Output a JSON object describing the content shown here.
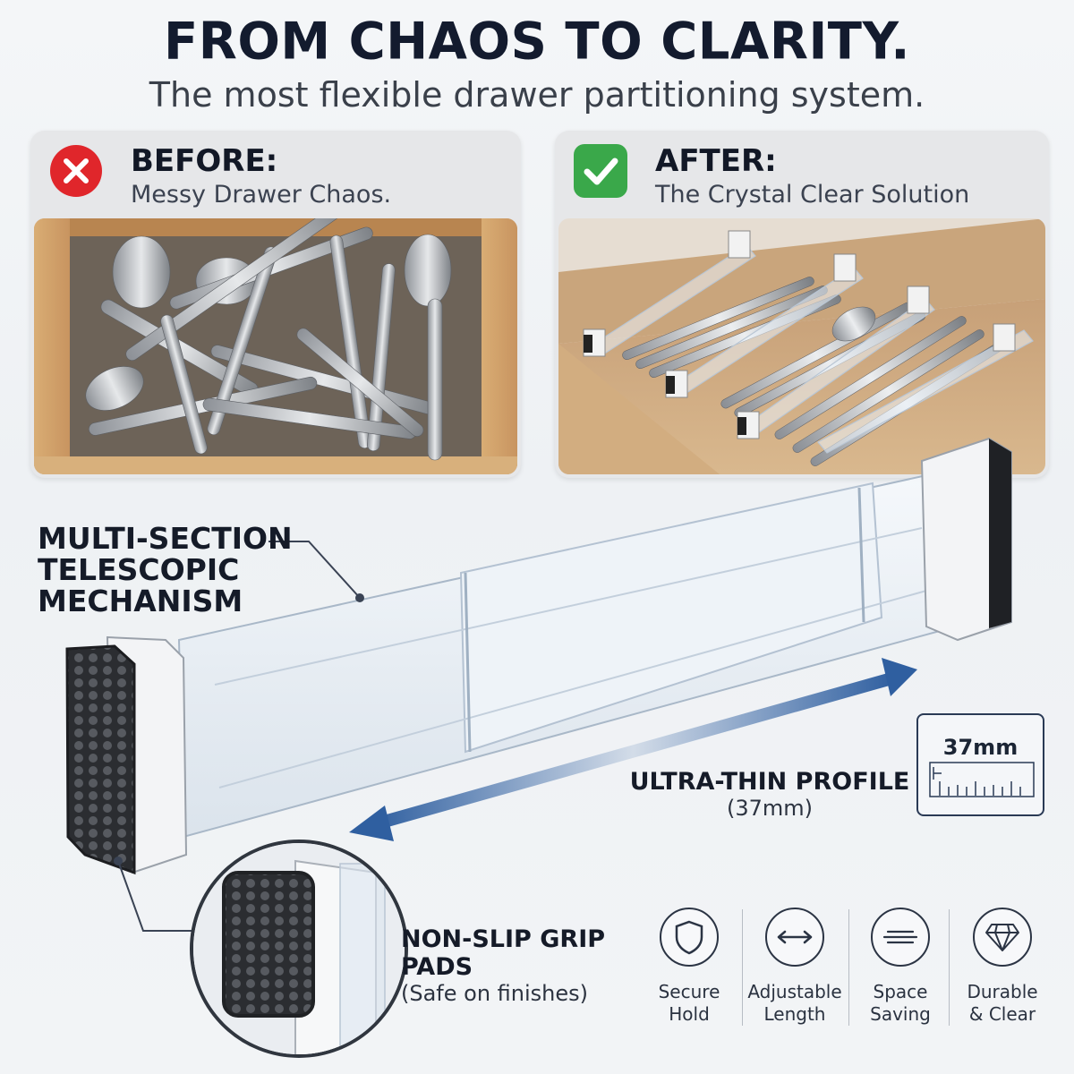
{
  "header": {
    "title": "FROM CHAOS TO CLARITY.",
    "subtitle": "The most flexible drawer partitioning system."
  },
  "before": {
    "title": "BEFORE:",
    "description": "Messy Drawer Chaos.",
    "icon": "x-circle-icon",
    "color": "#e0262b"
  },
  "after": {
    "title": "AFTER:",
    "description": "The Crystal Clear Solution",
    "icon": "checkmark-icon",
    "color": "#3aa84a"
  },
  "callouts": {
    "mechanism": [
      "MULTI-SECTION",
      "TELESCOPIC",
      "MECHANISM"
    ],
    "profile_title": "ULTRA-THIN PROFILE",
    "profile_sub": "(37mm)",
    "grip_title": "NON-SLIP GRIP PADS",
    "grip_sub": "(Safe on finishes)"
  },
  "ruler": {
    "label": "37mm",
    "icon": "ruler-icon"
  },
  "features": [
    {
      "icon": "shield-icon",
      "line1": "Secure",
      "line2": "Hold"
    },
    {
      "icon": "double-arrow-icon",
      "line1": "Adjustable",
      "line2": "Length"
    },
    {
      "icon": "thin-lines-icon",
      "line1": "Space",
      "line2": "Saving"
    },
    {
      "icon": "diamond-icon",
      "line1": "Durable",
      "line2": "& Clear"
    }
  ],
  "colors": {
    "accent_blue": "#2f5fa0",
    "dark_text": "#131b2e",
    "wood": "#d7b181"
  }
}
